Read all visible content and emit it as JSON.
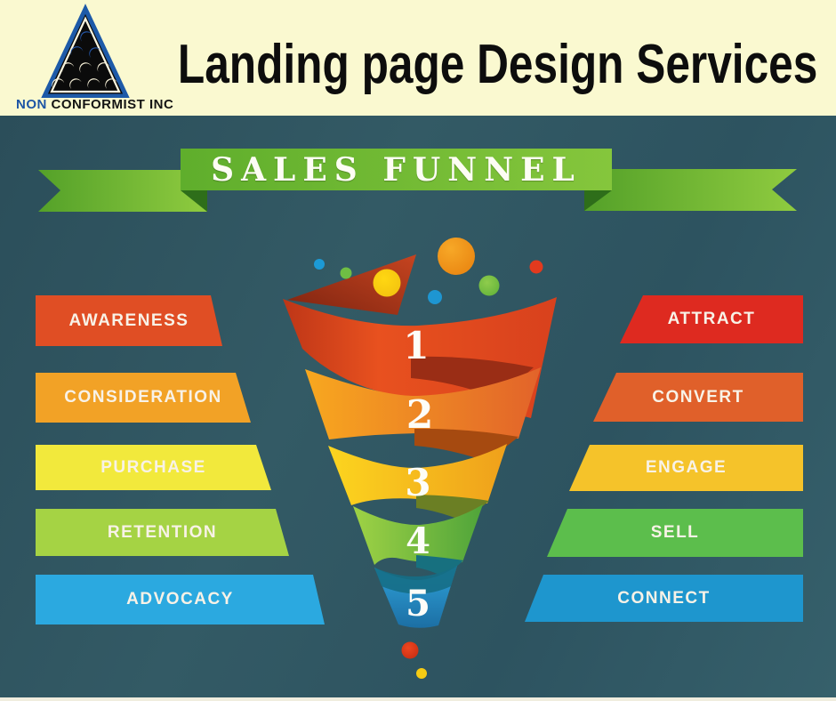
{
  "header": {
    "logo": {
      "name_highlight": "NON",
      "name_rest": " CONFORMIST INC",
      "full_name": "NON CONFORMIST INC",
      "triangle_border_color": "#1D5AA8",
      "triangle_fill_color": "#0B0B0B",
      "crescent_blue": "#2456A6",
      "crescent_cream": "#F4EED6"
    },
    "title": "Landing page Design Services",
    "background_color": "#FAF9D0"
  },
  "banner": {
    "title": "SALES FUNNEL",
    "ribbon_color_light": "#8FCB3F",
    "ribbon_color_dark": "#54A129",
    "fold_color": "#2E6E1A"
  },
  "panel_background_color": "#2F5560",
  "funnel": {
    "stages": [
      {
        "number": "1",
        "left_label": "AWARENESS",
        "right_label": "ATTRACT",
        "left_color": "#E04E24",
        "right_color": "#DE2A20",
        "band_color": "#E8511F"
      },
      {
        "number": "2",
        "left_label": "CONSIDERATION",
        "right_label": "CONVERT",
        "left_color": "#F2A226",
        "right_color": "#E0602A",
        "band_color": "#F6A41E"
      },
      {
        "number": "3",
        "left_label": "PURCHASE",
        "right_label": "ENGAGE",
        "left_color": "#F2E93C",
        "right_color": "#F5C32A",
        "band_color": "#FBD322"
      },
      {
        "number": "4",
        "left_label": "RETENTION",
        "right_label": "SELL",
        "left_color": "#A5D344",
        "right_color": "#5CBE4C",
        "band_color": "#8CC63F"
      },
      {
        "number": "5",
        "left_label": "ADVOCACY",
        "right_label": "CONNECT",
        "left_color": "#2BA9E0",
        "right_color": "#1E96CE",
        "band_color": "#2B9CD6"
      }
    ]
  },
  "decorations": {
    "bubbles": [
      {
        "name": "small-blue",
        "color": "#1C9AD6"
      },
      {
        "name": "small-green",
        "color": "#6FBE44"
      },
      {
        "name": "yellow",
        "color": "#FFD712"
      },
      {
        "name": "big-orange",
        "color": "#F0941B"
      },
      {
        "name": "blue",
        "color": "#1E96D2"
      },
      {
        "name": "green",
        "color": "#7CC142"
      },
      {
        "name": "small-red",
        "color": "#E33A1E"
      },
      {
        "name": "drop-red",
        "color": "#E0391C"
      },
      {
        "name": "drop-yellow",
        "color": "#F6CB13"
      }
    ]
  }
}
